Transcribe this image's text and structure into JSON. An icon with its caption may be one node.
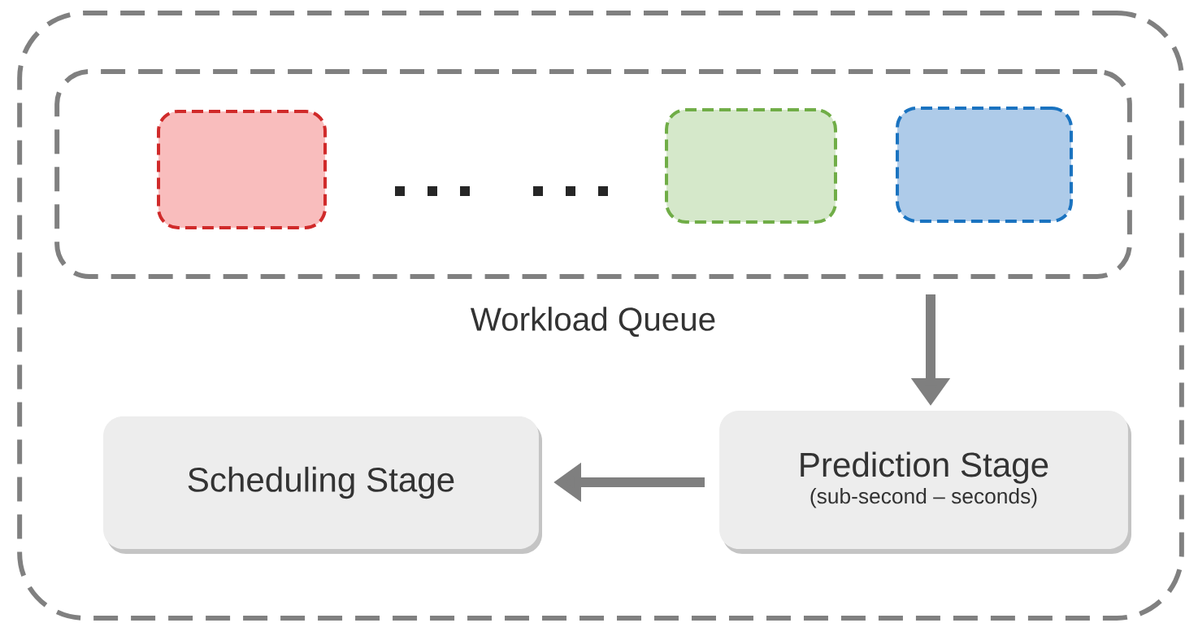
{
  "diagram": {
    "nodes": [
      {
        "text": [],
        "shape": "box"
      },
      {
        "text": [
          "Workload Queue"
        ],
        "in": 0
      },
      {
        "text": [],
        "shape": "box",
        "in": 1
      },
      {
        "text": [],
        "shape": "box",
        "in": 1
      },
      {
        "text": [],
        "shape": "box",
        "in": 1
      },
      {
        "text": [
          "Prediction Stage",
          "(sub-second – seconds)"
        ],
        "in": 0
      },
      {
        "text": [
          "Scheduling Stage"
        ],
        "in": 0
      }
    ],
    "edges": [
      {
        "from": 1,
        "to": 5,
        "arrow": "to"
      },
      {
        "from": 5,
        "to": 6,
        "arrow": "to"
      }
    ]
  }
}
